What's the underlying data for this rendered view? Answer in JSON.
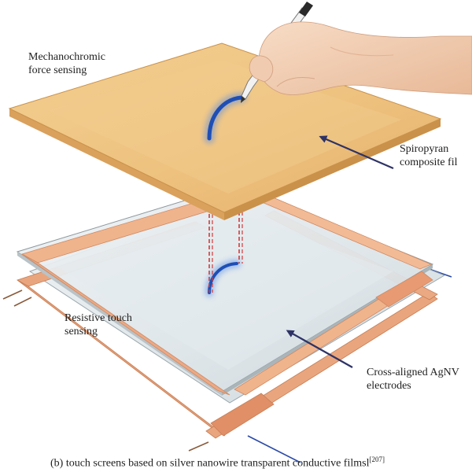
{
  "labels": {
    "mechanochromic_line1": "Mechanochromic",
    "mechanochromic_line2": "force sensing",
    "spiropyran_line1": "Spiropyran",
    "spiropyran_line2": "composite fil",
    "resistive_line1": "Resistive touch",
    "resistive_line2": "sensing",
    "cross_line1": "Cross-aligned AgNV",
    "cross_line2": "electrodes"
  },
  "caption": {
    "text": "(b) touch screens based on silver nanowire transparent conductive filmsl",
    "ref": "[207]"
  },
  "colors": {
    "composite_film": "#eec27f",
    "composite_film_edge": "#c9914a",
    "electrode": "#e9a67e",
    "glass": "#dfe6ea",
    "trace_blue": "#1f4fb5",
    "dashed_guide": "#d23a3a",
    "arrow": "#2d3366",
    "text": "#1e1e1e"
  }
}
